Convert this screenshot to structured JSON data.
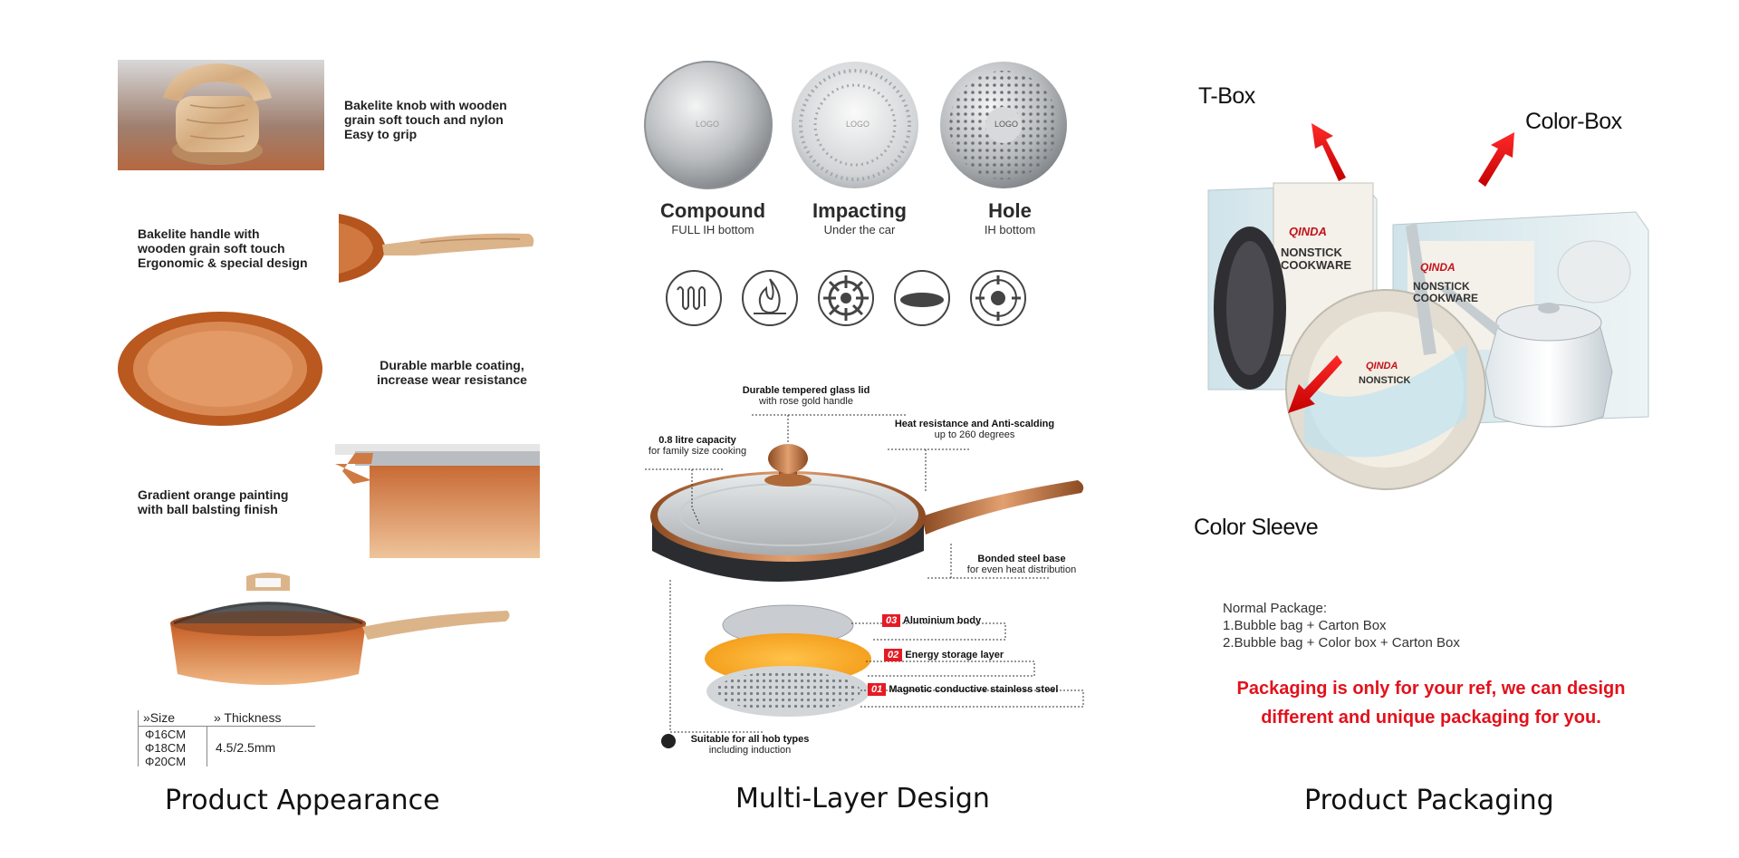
{
  "section_titles": {
    "appearance": "Product Appearance",
    "multilayer": "Multi-Layer Design",
    "packaging": "Product Packaging"
  },
  "appearance": {
    "features": [
      {
        "lines": [
          "Bakelite knob with wooden",
          "grain soft touch and nylon",
          "Easy to grip"
        ]
      },
      {
        "lines": [
          "Bakelite handle with",
          "wooden grain soft touch",
          "Ergonomic & special design"
        ]
      },
      {
        "lines": [
          "Durable marble coating,",
          "increase wear resistance"
        ]
      },
      {
        "lines": [
          "Gradient orange painting",
          "with ball balsting finish"
        ]
      }
    ],
    "size_table": {
      "size_header": "»Size",
      "thickness_header": "» Thickness",
      "sizes": [
        "Φ16CM",
        "Φ18CM",
        "Φ20CM"
      ],
      "thickness": "4.5/2.5mm"
    }
  },
  "multilayer": {
    "bottoms": [
      {
        "title": "Compound",
        "sub": "FULL IH bottom",
        "logo": "LOGO"
      },
      {
        "title": "Impacting",
        "sub": "Under the car",
        "logo": "LOGO"
      },
      {
        "title": "Hole",
        "sub": "IH bottom",
        "logo": "LOGO"
      }
    ],
    "hob_icons": [
      "induction-coil-icon",
      "gas-flame-icon",
      "gas-burner-icon",
      "ceramic-plate-icon",
      "electric-hob-icon"
    ],
    "callouts": {
      "lid_bold": "Durable tempered glass lid",
      "lid_sub": "with rose gold handle",
      "capacity_bold": "0.8 litre capacity",
      "capacity_sub": "for family size cooking",
      "heat_bold": "Heat resistance and Anti-scalding",
      "heat_sub": "up to 260 degrees",
      "base_bold": "Bonded steel base",
      "base_sub": "for even heat distribution",
      "hob_bold": "Suitable for all hob types",
      "hob_sub": "including induction"
    },
    "layers": [
      {
        "num": "03",
        "label": "Aluminium body"
      },
      {
        "num": "02",
        "label": "Energy storage layer"
      },
      {
        "num": "01",
        "label": "Magnetic conductive stainless steel"
      }
    ]
  },
  "packaging": {
    "labels": {
      "tbox": "T-Box",
      "colorbox": "Color-Box",
      "sleeve": "Color Sleeve"
    },
    "box_brand": "QINDA",
    "box_lines": [
      "NONSTICK",
      "COOKWARE"
    ],
    "notes": [
      "Normal Package:",
      "1.Bubble bag + Carton Box",
      "2.Bubble bag + Color box + Carton Box"
    ],
    "red_lines": [
      "Packaging is only for your ref, we can design",
      "different and unique packaging for you."
    ]
  },
  "colors": {
    "accent_red": "#e3111c",
    "copper": "#c8683a",
    "wood": "#d9b48a"
  }
}
